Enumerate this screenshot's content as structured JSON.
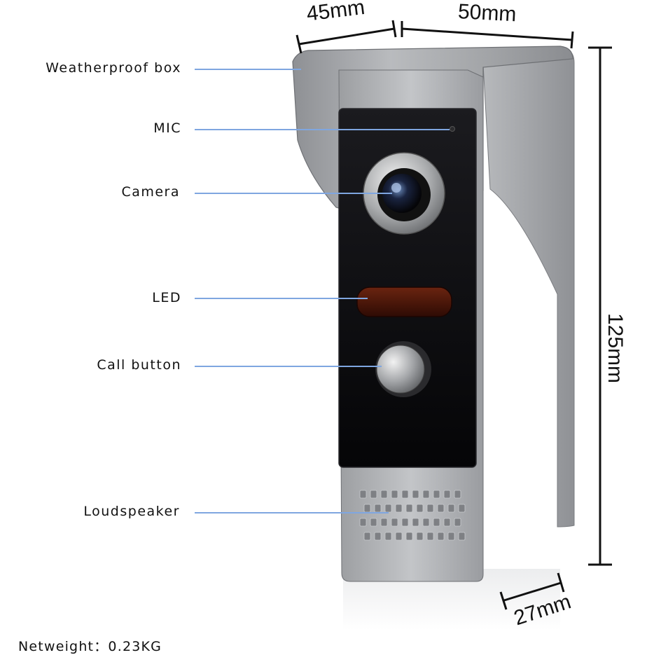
{
  "callouts": {
    "weatherproof_box": "Weatherproof box",
    "mic": "MIC",
    "camera": "Camera",
    "led": "LED",
    "call_button": "Call button",
    "loudspeaker": "Loudspeaker"
  },
  "dimensions": {
    "depth_top": "45mm",
    "width_top": "50mm",
    "height": "125mm",
    "bottom_depth": "27mm"
  },
  "net_weight": "Netweight：0.23KG",
  "colors": {
    "leader_line": "#7fa6e0",
    "housing": "#a4a6a9",
    "face_panel": "#0d0d10",
    "led_window": "#4a1608"
  }
}
